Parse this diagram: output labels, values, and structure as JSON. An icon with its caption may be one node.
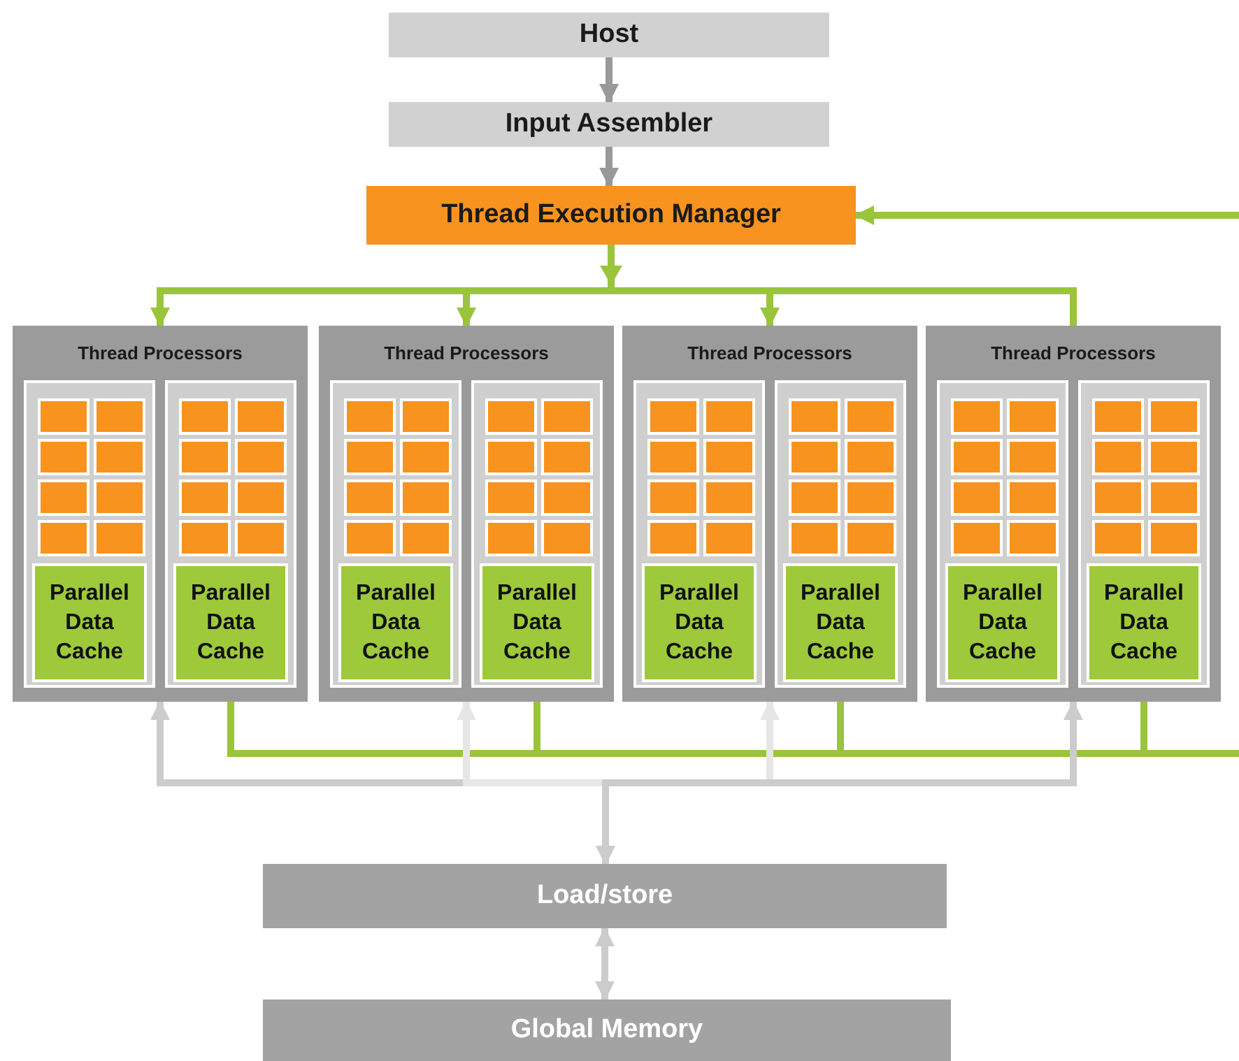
{
  "diagram": {
    "nodes": [
      {
        "text": [
          "Host"
        ]
      },
      {
        "text": [
          "Input Assembler"
        ]
      },
      {
        "text": [
          "Thread Execution Manager"
        ]
      },
      {
        "text": [
          "Thread Processors"
        ]
      },
      {
        "text": [],
        "shape": "box",
        "in": 3
      },
      {
        "text": [
          "Parallel Data Cache"
        ],
        "in": 4
      },
      {
        "text": [],
        "shape": "box",
        "in": 3
      },
      {
        "text": [
          "Parallel Data Cache"
        ],
        "in": 6
      },
      {
        "text": [
          "Thread Processors"
        ]
      },
      {
        "text": [],
        "shape": "box",
        "in": 8
      },
      {
        "text": [
          "Parallel Data Cache"
        ],
        "in": 9
      },
      {
        "text": [],
        "shape": "box",
        "in": 8
      },
      {
        "text": [
          "Parallel Data Cache"
        ],
        "in": 11
      },
      {
        "text": [
          "Thread Processors"
        ]
      },
      {
        "text": [],
        "shape": "box",
        "in": 13
      },
      {
        "text": [
          "Parallel Data Cache"
        ],
        "in": 14
      },
      {
        "text": [],
        "shape": "box",
        "in": 13
      },
      {
        "text": [
          "Parallel Data Cache"
        ],
        "in": 16
      },
      {
        "text": [
          "Thread Processors"
        ]
      },
      {
        "text": [],
        "shape": "box",
        "in": 18
      },
      {
        "text": [
          "Parallel Data Cache"
        ],
        "in": 19
      },
      {
        "text": [],
        "shape": "box",
        "in": 18
      },
      {
        "text": [
          "Parallel Data Cache"
        ],
        "in": 21
      },
      {
        "text": [
          "Load/store"
        ]
      },
      {
        "text": [
          "Global Memory"
        ]
      }
    ],
    "edges": [
      {
        "from": 0,
        "to": 1,
        "arrow": "to",
        "color": "#999999"
      },
      {
        "from": 1,
        "to": 2,
        "arrow": "to",
        "color": "#999999"
      },
      {
        "from": 2,
        "to": 3,
        "arrow": "to"
      },
      {
        "from": 2,
        "to": 8,
        "arrow": "to"
      },
      {
        "from": 2,
        "to": 13,
        "arrow": "to"
      },
      {
        "from": 2,
        "to": 18,
        "arrow": "to"
      },
      {
        "from": null,
        "to": 2,
        "arrow": "to"
      },
      {
        "from": 7,
        "to": null,
        "arrow": "none"
      },
      {
        "from": 12,
        "to": null,
        "arrow": "none"
      },
      {
        "from": 17,
        "to": null,
        "arrow": "none"
      },
      {
        "from": 22,
        "to": null,
        "arrow": "none"
      },
      {
        "from": 3,
        "to": 23,
        "arrow": "both",
        "color": "#cccccc"
      },
      {
        "from": 8,
        "to": 23,
        "arrow": "both",
        "color": "#e6e6e6"
      },
      {
        "from": 13,
        "to": 23,
        "arrow": "both",
        "color": "#e6e6e6"
      },
      {
        "from": 18,
        "to": 23,
        "arrow": "both",
        "color": "#cccccc"
      },
      {
        "from": 23,
        "to": 24,
        "arrow": "both",
        "color": "#cccccc"
      }
    ]
  }
}
